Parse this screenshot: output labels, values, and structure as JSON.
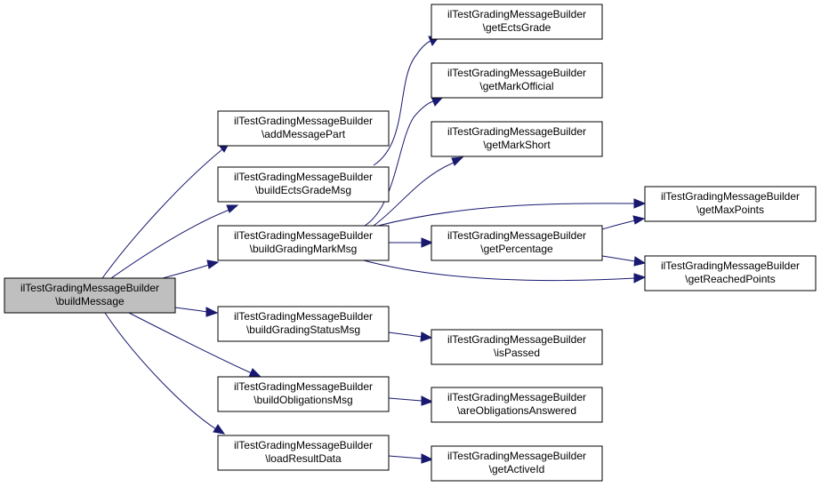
{
  "colors": {
    "edge": "#191970",
    "node_border": "#000000",
    "node_fill": "#ffffff",
    "root_fill": "#bfbfbf"
  },
  "nodes": {
    "buildMessage": {
      "line1": "ilTestGradingMessageBuilder",
      "line2": "\\buildMessage"
    },
    "addMessagePart": {
      "line1": "ilTestGradingMessageBuilder",
      "line2": "\\addMessagePart"
    },
    "buildEctsGradeMsg": {
      "line1": "ilTestGradingMessageBuilder",
      "line2": "\\buildEctsGradeMsg"
    },
    "buildGradingMarkMsg": {
      "line1": "ilTestGradingMessageBuilder",
      "line2": "\\buildGradingMarkMsg"
    },
    "buildGradingStatusMsg": {
      "line1": "ilTestGradingMessageBuilder",
      "line2": "\\buildGradingStatusMsg"
    },
    "buildObligationsMsg": {
      "line1": "ilTestGradingMessageBuilder",
      "line2": "\\buildObligationsMsg"
    },
    "loadResultData": {
      "line1": "ilTestGradingMessageBuilder",
      "line2": "\\loadResultData"
    },
    "getEctsGrade": {
      "line1": "ilTestGradingMessageBuilder",
      "line2": "\\getEctsGrade"
    },
    "getMarkOfficial": {
      "line1": "ilTestGradingMessageBuilder",
      "line2": "\\getMarkOfficial"
    },
    "getMarkShort": {
      "line1": "ilTestGradingMessageBuilder",
      "line2": "\\getMarkShort"
    },
    "getPercentage": {
      "line1": "ilTestGradingMessageBuilder",
      "line2": "\\getPercentage"
    },
    "isPassed": {
      "line1": "ilTestGradingMessageBuilder",
      "line2": "\\isPassed"
    },
    "areObligationsAnswered": {
      "line1": "ilTestGradingMessageBuilder",
      "line2": "\\areObligationsAnswered"
    },
    "getActiveId": {
      "line1": "ilTestGradingMessageBuilder",
      "line2": "\\getActiveId"
    },
    "getMaxPoints": {
      "line1": "ilTestGradingMessageBuilder",
      "line2": "\\getMaxPoints"
    },
    "getReachedPoints": {
      "line1": "ilTestGradingMessageBuilder",
      "line2": "\\getReachedPoints"
    }
  }
}
